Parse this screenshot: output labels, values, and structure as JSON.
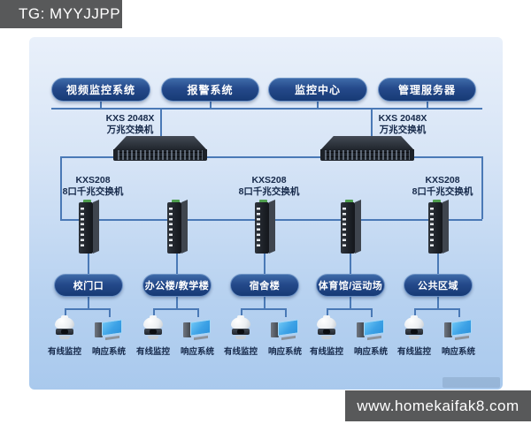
{
  "header": {
    "tag_label": "TG: MYYJJPP"
  },
  "footer": {
    "site_url": "www.homekaifak8.com"
  },
  "colors": {
    "pill_navy_dark": "#173a75",
    "pill_navy_light": "#3e6aa8",
    "line_blue": "#4a79b6",
    "diagram_bg_top": "#e9f0fa",
    "diagram_bg_bottom": "#a9c9ed",
    "badge_gray": "#58595a",
    "screen_blue": "#2d93dd",
    "label_navy": "#16294a"
  },
  "diagram": {
    "systems": [
      {
        "label": "视频监控系统"
      },
      {
        "label": "报警系统"
      },
      {
        "label": "监控中心"
      },
      {
        "label": "管理服务器"
      }
    ],
    "core_switches": [
      {
        "model": "KXS 2048X",
        "type_label": "万兆交换机"
      },
      {
        "model": "KXS 2048X",
        "type_label": "万兆交换机"
      }
    ],
    "access_switch": {
      "model": "KXS208",
      "type_label": "8口千兆交换机"
    },
    "locations": [
      {
        "name": "校门口",
        "camera_label": "有线监控",
        "monitor_label": "响应系统"
      },
      {
        "name": "办公楼/教学楼",
        "camera_label": "有线监控",
        "monitor_label": "响应系统"
      },
      {
        "name": "宿舍楼",
        "camera_label": "有线监控",
        "monitor_label": "响应系统"
      },
      {
        "name": "体育馆/运动场",
        "camera_label": "有线监控",
        "monitor_label": "响应系统"
      },
      {
        "name": "公共区域",
        "camera_label": "有线监控",
        "monitor_label": "响应系统"
      }
    ]
  }
}
